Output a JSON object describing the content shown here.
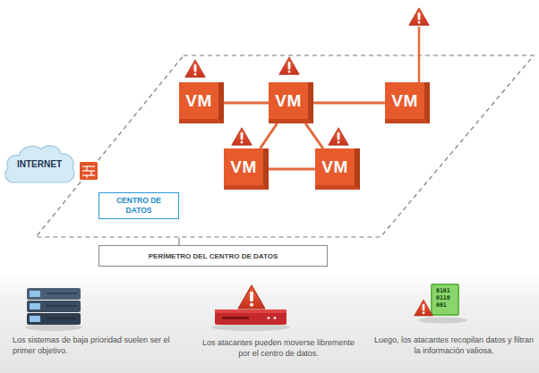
{
  "diagram": {
    "nodes": [
      {
        "text": [
          "VM"
        ]
      },
      {
        "text": [
          "VM"
        ]
      },
      {
        "text": [
          "VM"
        ]
      },
      {
        "text": [
          "INTERNET"
        ]
      },
      {
        "text": [
          "VM"
        ]
      },
      {
        "text": [
          "VM"
        ]
      },
      {
        "text": [
          "CENTRO DE DATOS"
        ]
      },
      {
        "text": [
          "PERÍMETRO DEL CENTRO DE DATOS"
        ]
      }
    ],
    "edges": [
      {
        "from": 0,
        "to": 1,
        "arrow": "none"
      },
      {
        "from": 1,
        "to": 2,
        "arrow": "none"
      },
      {
        "from": 1,
        "to": 4,
        "arrow": "none"
      },
      {
        "from": 1,
        "to": 5,
        "arrow": "none"
      },
      {
        "from": 4,
        "to": 5,
        "arrow": "none"
      }
    ],
    "labels": [
      "0101",
      "0110",
      "001",
      "Los sistemas de baja prioridad suelen ser el primer objetivo.",
      "Los atacantes pueden moverse libremente por el centro de datos.",
      "Luego, los atacantes recopilan datos y filtran la información valiosa."
    ]
  }
}
